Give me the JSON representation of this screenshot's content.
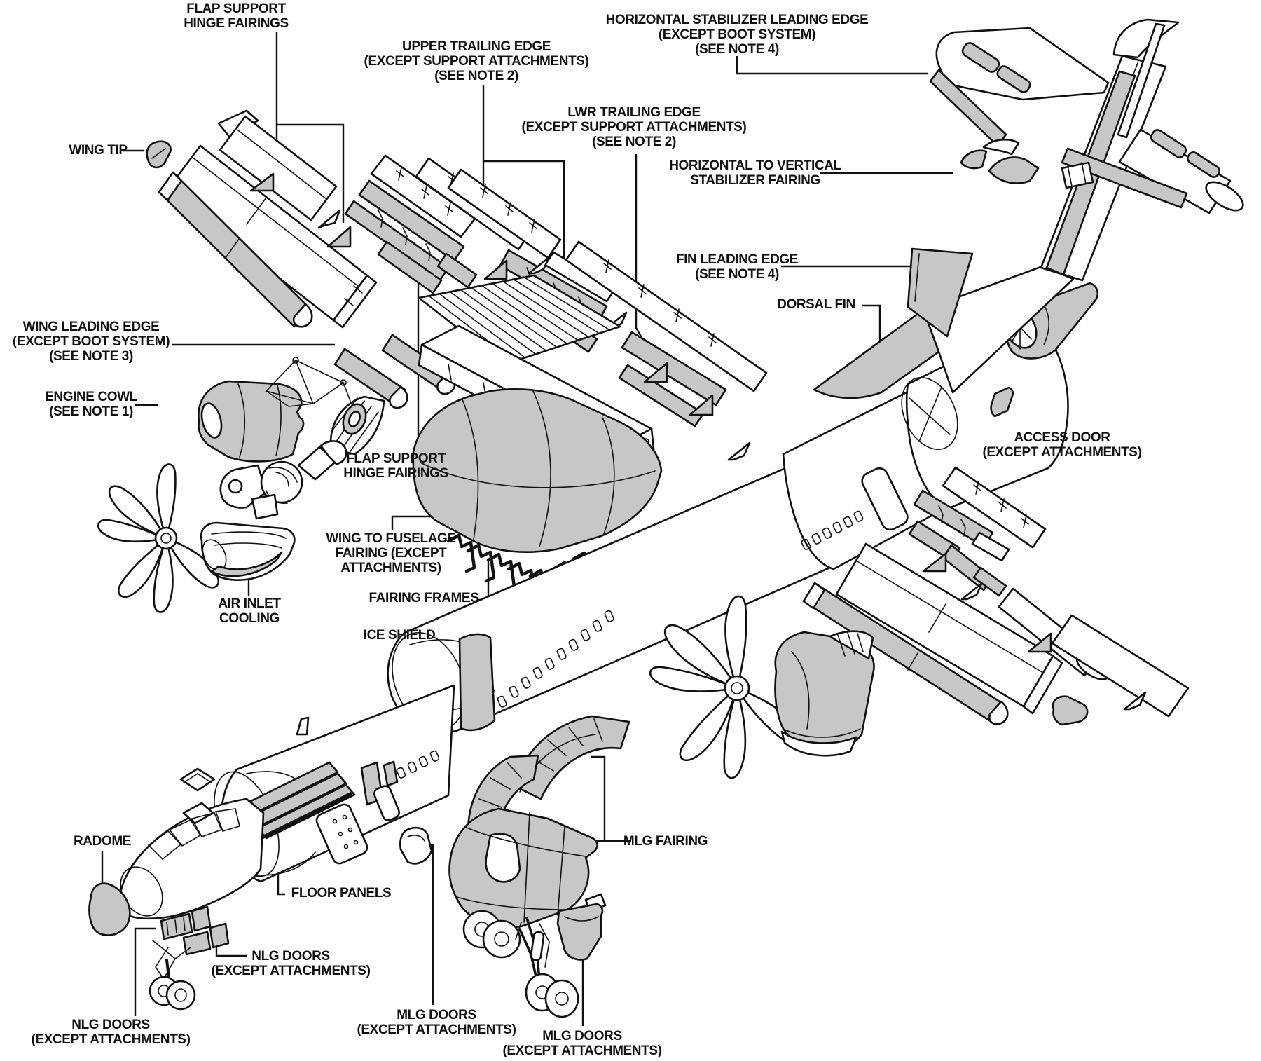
{
  "figure": {
    "type": "exploded-parts-diagram",
    "subject": "Aircraft composite / bonded parts location diagram (turboprop airframe exploded view)",
    "colors": {
      "line": "#111111",
      "shaded_part": "#c7c7c7",
      "background": "#ffffff"
    }
  },
  "labels": {
    "flap_support_hinge_fairings_top": "FLAP SUPPORT\nHINGE FAIRINGS",
    "upper_trailing_edge": "UPPER TRAILING EDGE\n(EXCEPT SUPPORT ATTACHMENTS)\n(SEE NOTE 2)",
    "lwr_trailing_edge": "LWR TRAILING EDGE\n(EXCEPT SUPPORT ATTACHMENTS)\n(SEE NOTE 2)",
    "horizontal_stabilizer_leading_edge": "HORIZONTAL STABILIZER LEADING EDGE\n(EXCEPT BOOT SYSTEM)\n(SEE NOTE 4)",
    "wing_tip": "WING TIP",
    "horizontal_to_vertical_stabilizer_fairing": "HORIZONTAL TO VERTICAL\nSTABILIZER FAIRING",
    "fin_leading_edge": "FIN LEADING EDGE\n(SEE NOTE 4)",
    "dorsal_fin": "DORSAL FIN",
    "wing_leading_edge": "WING LEADING EDGE\n(EXCEPT BOOT SYSTEM)\n(SEE NOTE 3)",
    "engine_cowl": "ENGINE COWL\n(SEE NOTE 1)",
    "flap_support_hinge_fairings_mid": "FLAP SUPPORT\nHINGE FAIRINGS",
    "access_door": "ACCESS DOOR\n(EXCEPT ATTACHMENTS)",
    "wing_to_fuselage_fairing": "WING TO FUSELAGE\nFAIRING (EXCEPT\nATTACHMENTS)",
    "fairing_frames": "FAIRING FRAMES",
    "air_inlet_cooling": "AIR INLET\nCOOLING",
    "ice_shield": "ICE SHIELD",
    "radome": "RADOME",
    "floor_panels": "FLOOR PANELS",
    "nlg_doors_upper": "NLG DOORS\n(EXCEPT ATTACHMENTS)",
    "nlg_doors_lower": "NLG DOORS\n(EXCEPT ATTACHMENTS)",
    "mlg_fairing": "MLG FAIRING",
    "mlg_doors_center": "MLG DOORS\n(EXCEPT ATTACHMENTS)",
    "mlg_doors_right": "MLG DOORS\n(EXCEPT ATTACHMENTS)"
  }
}
